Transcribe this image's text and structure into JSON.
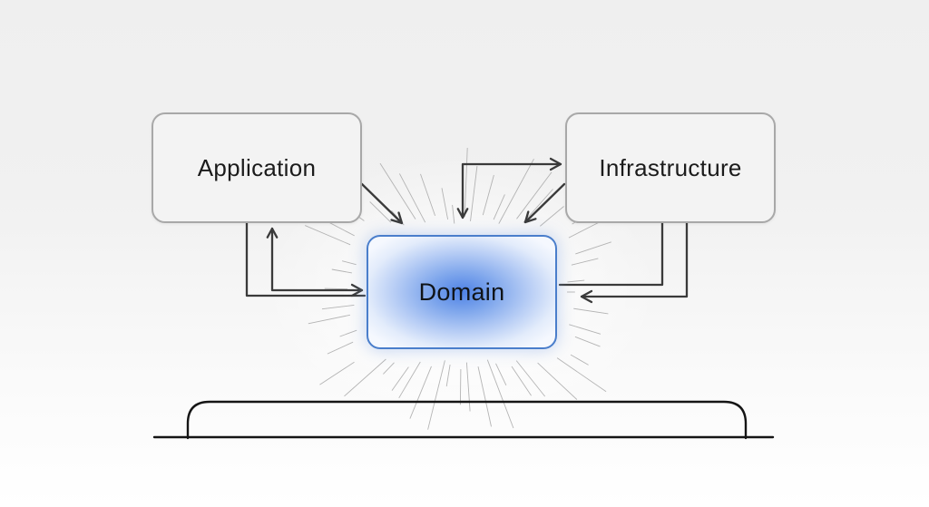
{
  "diagram": {
    "title": "layered architecture dependency diagram",
    "nodes": {
      "application": {
        "label": "Application"
      },
      "infrastructure": {
        "label": "Infrastructure"
      },
      "domain": {
        "label": "Domain"
      }
    },
    "colors": {
      "box_fill": "#f3f3f3",
      "box_border": "#a8a8a8",
      "domain_border": "#4a7ecb",
      "domain_center": "#4e82e6",
      "arrow": "#3a3a3a",
      "ray": "#a8a8a8",
      "platform_stroke": "#151515"
    }
  }
}
